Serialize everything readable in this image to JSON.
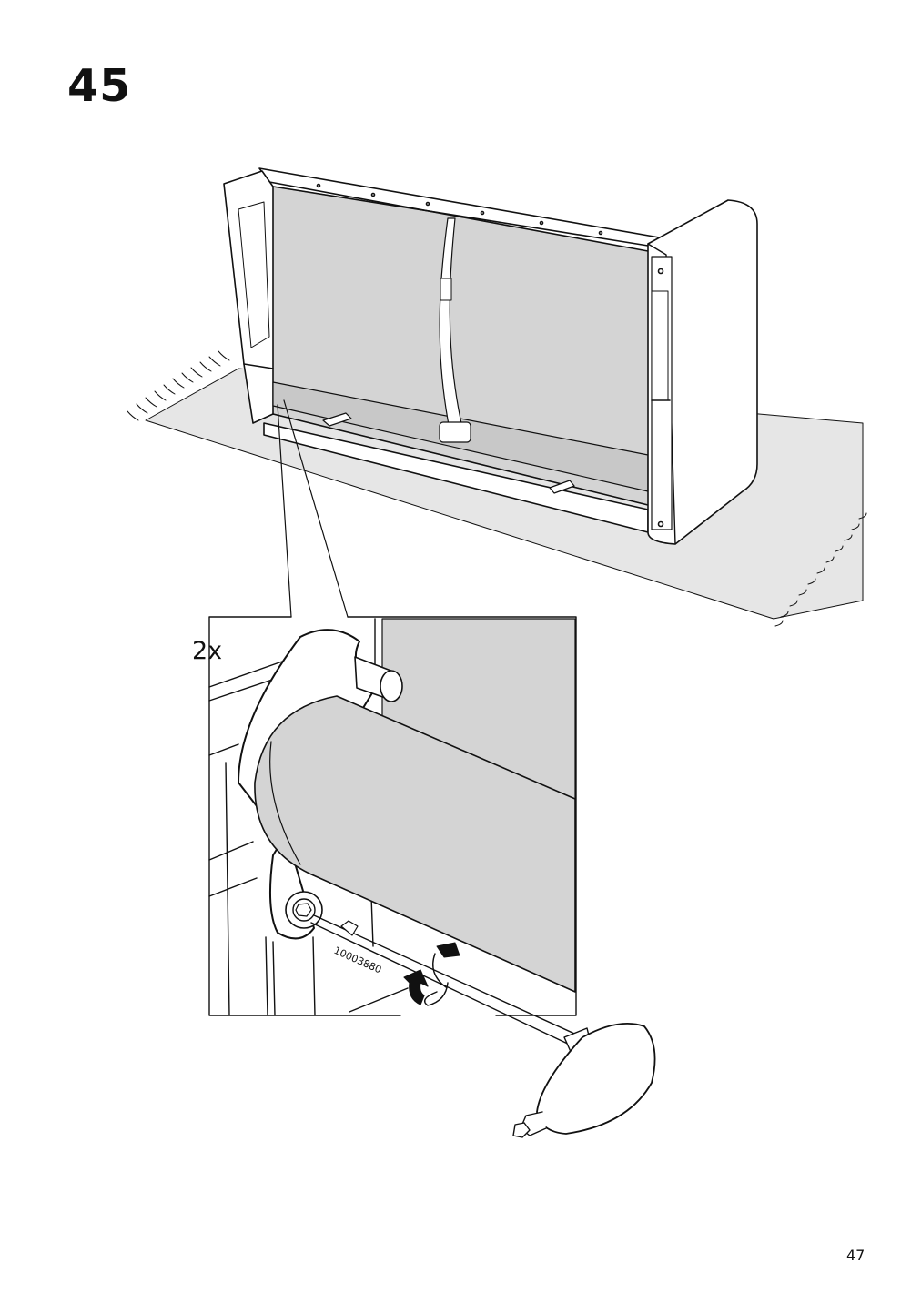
{
  "step": {
    "number": "45"
  },
  "detail": {
    "quantity": "2x",
    "tool_code": "10003880"
  },
  "page": {
    "number": "47"
  },
  "colors": {
    "ink": "#111111",
    "fill_grey": "#d4d4d4",
    "floor": "#e6e6e6",
    "paper": "#ffffff"
  },
  "icons": {
    "rotation": "rotate-arrow-icon",
    "tool": "hex-key-screwdriver-icon"
  }
}
